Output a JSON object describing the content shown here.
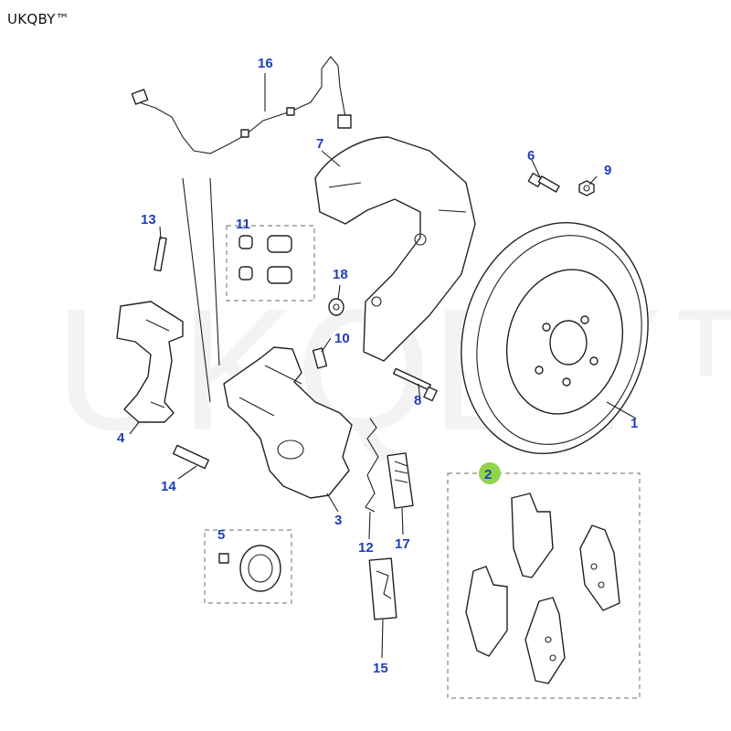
{
  "brand": "UKQBY™",
  "watermark": "UKQBY™",
  "colors": {
    "label": "#1f3fb8",
    "highlight": "#8fd44a",
    "line": "#222222"
  },
  "callouts": {
    "c1": "1",
    "c2": "2",
    "c3": "3",
    "c4": "4",
    "c5": "5",
    "c6": "6",
    "c7": "7",
    "c8": "8",
    "c9": "9",
    "c10": "10",
    "c11": "11",
    "c12": "12",
    "c13": "13",
    "c14": "14",
    "c15": "15",
    "c16": "16",
    "c17": "17",
    "c18": "18"
  }
}
